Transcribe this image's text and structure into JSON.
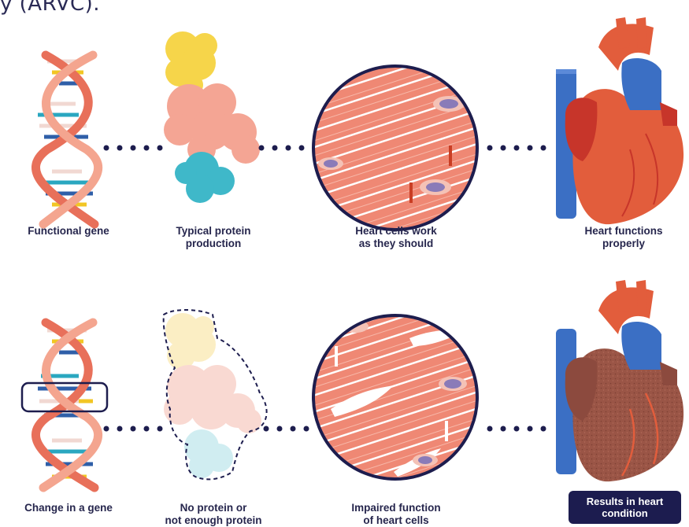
{
  "header": {
    "title_fragment": "y (ARVC)."
  },
  "rows": [
    {
      "id": "typical",
      "captions": [
        "Functional gene",
        "Typical protein\nproduction",
        "Heart cells work\nas they should",
        "Heart functions\nproperly"
      ]
    },
    {
      "id": "changed",
      "captions": [
        "Change in a gene",
        "No protein or\nnot enough protein",
        "Impaired function\nof heart cells"
      ],
      "result_badge": "Results in heart\ncondition"
    }
  ],
  "colors": {
    "dna_strand": "#e8705a",
    "dna_strand_light": "#f4a58f",
    "rung_blue": "#2f5fa8",
    "rung_yellow": "#f2c624",
    "rung_teal": "#2aa7c0",
    "rung_pink": "#f1d8d2",
    "protein_yellow": "#f6d54a",
    "protein_pink": "#f4a594",
    "protein_teal": "#3fb8c9",
    "muscle": "#ef8874",
    "circle_outline": "#1d1d4e",
    "dots": "#1d1d4e",
    "heart_red": "#e25d3c",
    "heart_blue": "#3b6fc4",
    "heart_diseased": "#9a5546",
    "badge": "#1c1c4f"
  },
  "icons": [
    "dna-helix-icon",
    "protein-cluster-icon",
    "heart-cells-icon",
    "heart-icon"
  ]
}
